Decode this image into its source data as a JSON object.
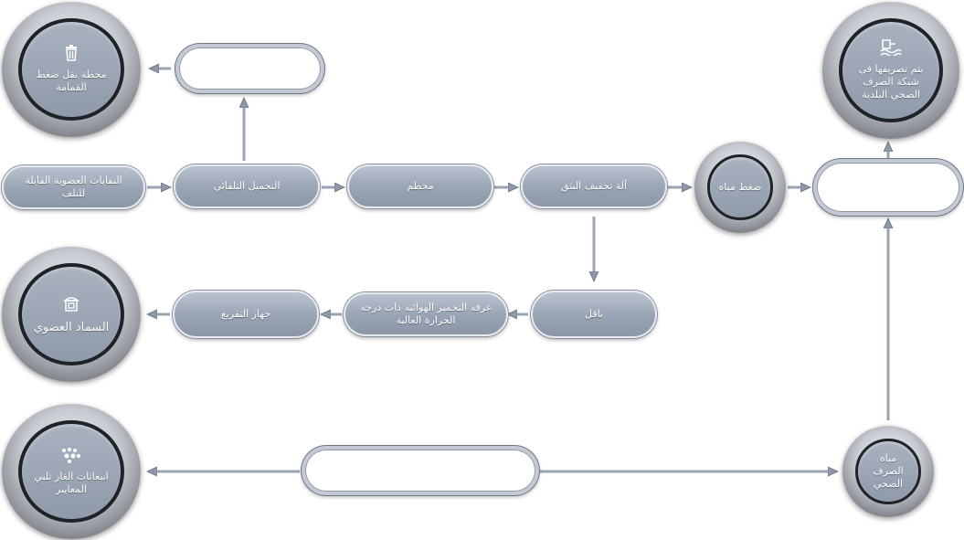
{
  "nodes": {
    "organic_waste": "النفايات العضوية القابلة للتلف",
    "auto_loading": "التحميل التلقائي",
    "crusher": "محطم",
    "slurry_dewatering": "آلة تجفيف البثق",
    "water_pressure": "ضغط مياه",
    "conveyor": "ناقل",
    "fermentation_room": "غرفة التخمير الهوائية ذات درجة الحرارة العالية",
    "discharge": "جهاز التفريغ",
    "sewage_water": "مياه الصرف الصحي",
    "garbage_compression_station": "محطة نقل ضغط القمامة",
    "municipal_sewer": "يتم تصريفها في شبكة الصرف الصحي البلدية",
    "organic_fertilizer": "السماد العضوي",
    "gas_emissions": "انبعاثات الغاز تلبي المعايير"
  },
  "icons": {
    "garbage_compression_station": "trash-icon",
    "municipal_sewer": "sewer-icon",
    "organic_fertilizer": "fertilizer-icon",
    "gas_emissions": "gas-icon"
  },
  "colors": {
    "node_fill": "#98a3b3",
    "arrow": "#9aa4b2",
    "hub_ring": "#6d7177"
  }
}
